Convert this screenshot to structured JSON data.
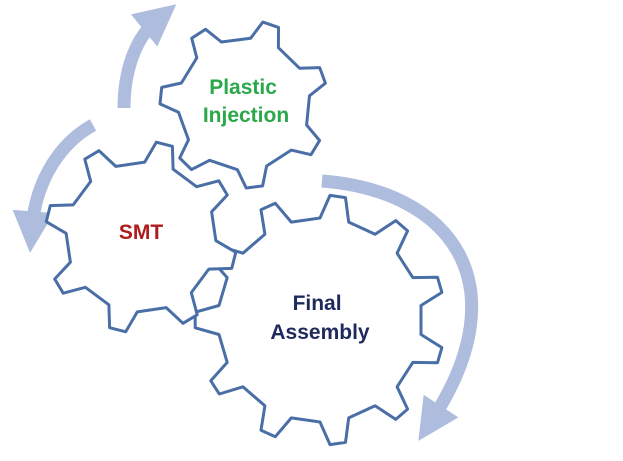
{
  "gears": [
    {
      "id": "plastic-injection",
      "lines": [
        "Plastic",
        "Injection"
      ],
      "text_color": "#2aa84a"
    },
    {
      "id": "smt",
      "lines": [
        "SMT"
      ],
      "text_color": "#b01c1c"
    },
    {
      "id": "final-assembly",
      "lines": [
        "Final",
        "Assembly"
      ],
      "text_color": "#1f2a5c"
    }
  ],
  "colors": {
    "gear_stroke": "#4a6ea6",
    "gear_fill": "#ffffff",
    "arrow": "#aebdde",
    "background": "#ffffff"
  }
}
